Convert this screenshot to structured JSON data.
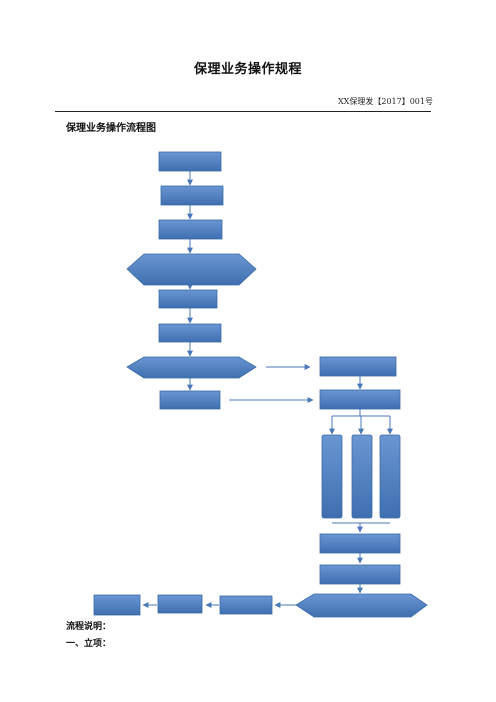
{
  "document": {
    "title": "保理业务操作规程",
    "doc_number": "XX保理发【2017】001号",
    "section_title": "保理业务操作流程图",
    "notes_label": "流程说明：",
    "first_item": "一、立项："
  },
  "colors": {
    "box_fill": "#4f7fc0",
    "box_stroke": "#3a6aa8",
    "arrow": "#4a78b8"
  }
}
